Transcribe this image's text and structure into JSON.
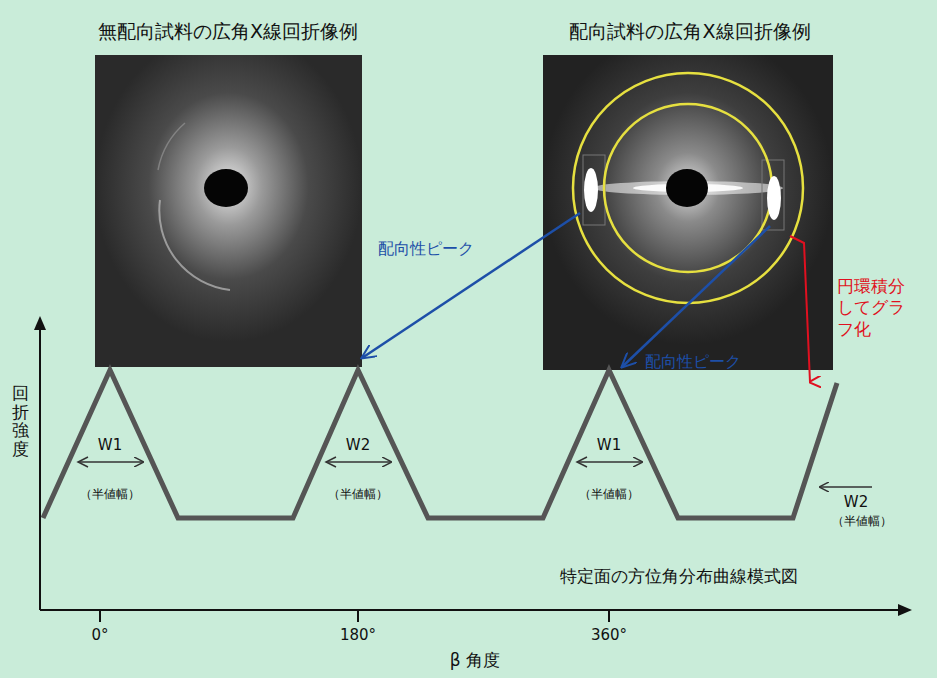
{
  "diagram": {
    "labels": [
      "無配向試料の広角X線回折像例",
      "配向試料の広角X線回折像例",
      "配向性ピーク",
      "円環積分してグラフ化",
      "配向性ピーク",
      "回折強度",
      "W1",
      "（半値幅）",
      "W2",
      "（半値幅）",
      "W1",
      "（半値幅）",
      "W2",
      "（半値幅）",
      "特定面の方位角分布曲線模式図",
      "0°",
      "180°",
      "360°",
      "β 角度"
    ]
  }
}
